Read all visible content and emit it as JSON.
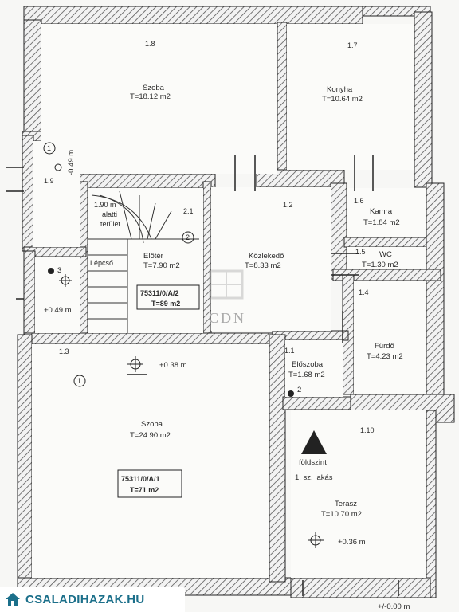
{
  "rooms": [
    {
      "id": "r18",
      "number": "1.8",
      "name": "Szoba",
      "area": "T=18.12 m2"
    },
    {
      "id": "r17",
      "number": "1.7",
      "name": "Konyha",
      "area": "T=10.64 m2"
    },
    {
      "id": "r19",
      "number": "1.9"
    },
    {
      "id": "r21",
      "number": "2.1",
      "name": "Előtér",
      "area": "T=7.90 m2"
    },
    {
      "id": "r12",
      "number": "1.2",
      "name": "Közlekedő",
      "area": "T=8.33 m2"
    },
    {
      "id": "r16",
      "number": "1.6",
      "name": "Kamra",
      "area": "T=1.84 m2"
    },
    {
      "id": "r15",
      "number": "1.5",
      "name": "WC",
      "area": "T=1.30 m2"
    },
    {
      "id": "r14",
      "number": "1.4",
      "name": "Fürdő",
      "area": "T=4.23 m2"
    },
    {
      "id": "r11",
      "number": "1.1",
      "name": "Előszoba",
      "area": "T=1.68 m2"
    },
    {
      "id": "r13",
      "number": "1.3",
      "name": "Szoba",
      "area": "T=24.90 m2"
    },
    {
      "id": "r110",
      "number": "1.10",
      "name": "Terasz",
      "area": "T=10.70 m2"
    }
  ],
  "stair": {
    "label": "Lépcső",
    "under_stairs": [
      "1.90 m",
      "alatti",
      "terület"
    ]
  },
  "circle_markers": [
    "1",
    "2",
    "1"
  ],
  "black_markers": [
    "3",
    "2"
  ],
  "levels": {
    "stair_top": "-0.49 m",
    "left": "+0.49 m",
    "szoba": "+0.38 m",
    "terasz": "+0.36 m",
    "entrance": "+/-0.00 m"
  },
  "stamps": [
    {
      "id": "upper",
      "lines": [
        "75311/0/A/2",
        "T=89 m2"
      ]
    },
    {
      "id": "lower",
      "lines": [
        "75311/0/A/1",
        "T=71 m2"
      ]
    }
  ],
  "entrance": {
    "lines": [
      "földszint",
      "1. sz. lakás"
    ]
  },
  "watermark_center": "CDN",
  "watermark_brand": "CSALADIHAZAK.HU"
}
